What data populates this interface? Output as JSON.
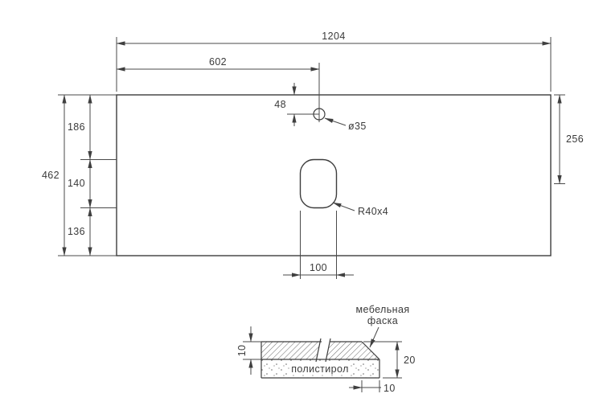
{
  "plan_view": {
    "dims": {
      "total_width": "1204",
      "half_width": "602",
      "faucet_offset": "48",
      "faucet_diameter": "ø35",
      "top_to_cutout_center": "256",
      "total_depth": "462",
      "top_to_cutout": "186",
      "cutout_depth": "140",
      "cutout_to_bottom": "136",
      "cutout_radius": "R40x4",
      "cutout_width": "100"
    }
  },
  "section_view": {
    "labels": {
      "chamfer_line1": "мебельная",
      "chamfer_line2": "фаска",
      "material": "полистирол"
    },
    "dims": {
      "top_thickness": "10",
      "edge_height": "20",
      "chamfer_width": "10"
    }
  },
  "colors": {
    "line": "#3d3d3d",
    "text": "#3a3a3a",
    "background": "#ffffff"
  }
}
